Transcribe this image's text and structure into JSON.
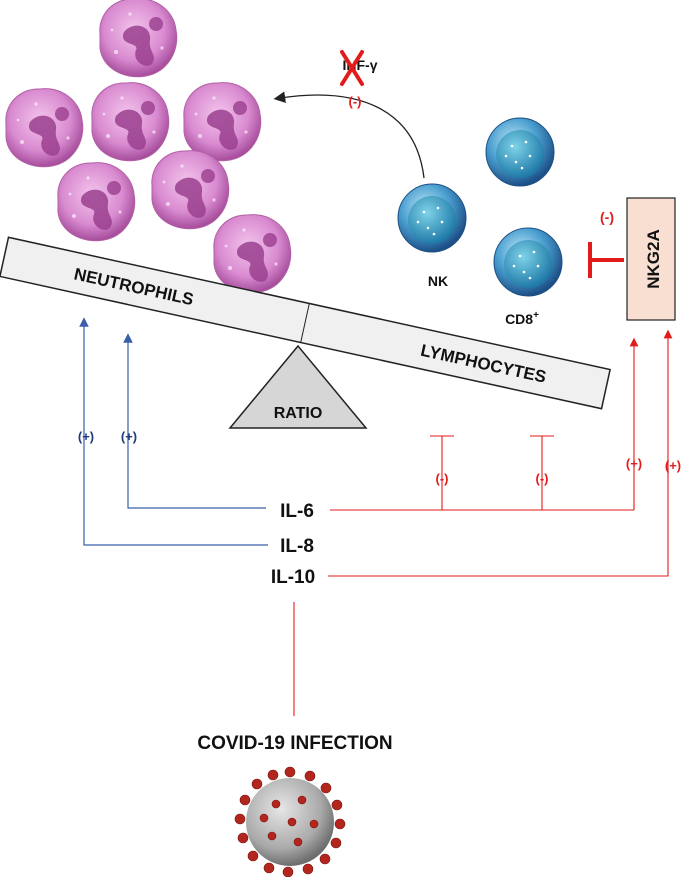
{
  "seesaw": {
    "left_label": "NEUTROPHILS",
    "right_label": "LYMPHOCYTES",
    "fulcrum_label": "RATIO"
  },
  "cells": {
    "nk_label": "NK",
    "cd8_label": "CD8",
    "cd8_superscript": "+"
  },
  "receptor": {
    "label": "NKG2A",
    "inhibit_sign": "(-)"
  },
  "interferon": {
    "label": "INF-γ",
    "sign": "(-)"
  },
  "cytokines": {
    "il6": "IL-6",
    "il8": "IL-8",
    "il10": "IL-10"
  },
  "signs": {
    "blue_left": "(+)",
    "blue_right": "(+)",
    "red_minus_left": "(-)",
    "red_minus_right": "(-)",
    "red_plus_left": "(+)",
    "red_plus_right": "(+)"
  },
  "infection": {
    "label": "COVID-19 INFECTION"
  },
  "colors": {
    "activation_blue": "#3a5ea8",
    "inhibition_red": "#e31b1b",
    "neutrophil": "#d486c8",
    "lymphocyte": "#2f7fb8",
    "receptor_fill": "#f8dfd2"
  }
}
